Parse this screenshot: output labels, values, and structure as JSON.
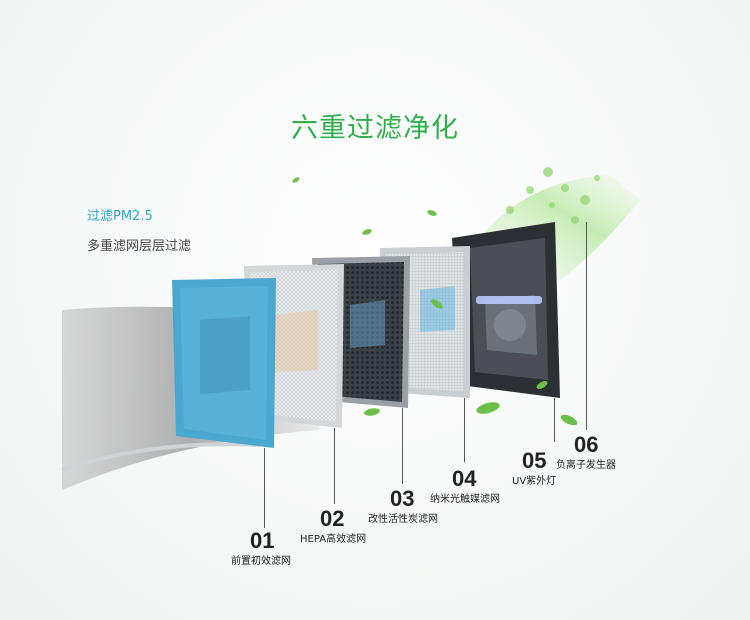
{
  "title": "六重过滤净化",
  "subtitle": "过滤PM2.5",
  "tagline": "多重滤网层层过滤",
  "layers": [
    {
      "num": "01",
      "label": "前置初效滤网"
    },
    {
      "num": "02",
      "label": "HEPA高效滤网"
    },
    {
      "num": "03",
      "label": "改性活性炭滤网"
    },
    {
      "num": "04",
      "label": "纳米光触媒滤网"
    },
    {
      "num": "05",
      "label": "UV紫外灯"
    },
    {
      "num": "06",
      "label": "负离子发生器"
    }
  ],
  "colors": {
    "title": "#2db14a",
    "subtitle": "#2aa7d8",
    "prefilter": "#4aa8d0"
  }
}
